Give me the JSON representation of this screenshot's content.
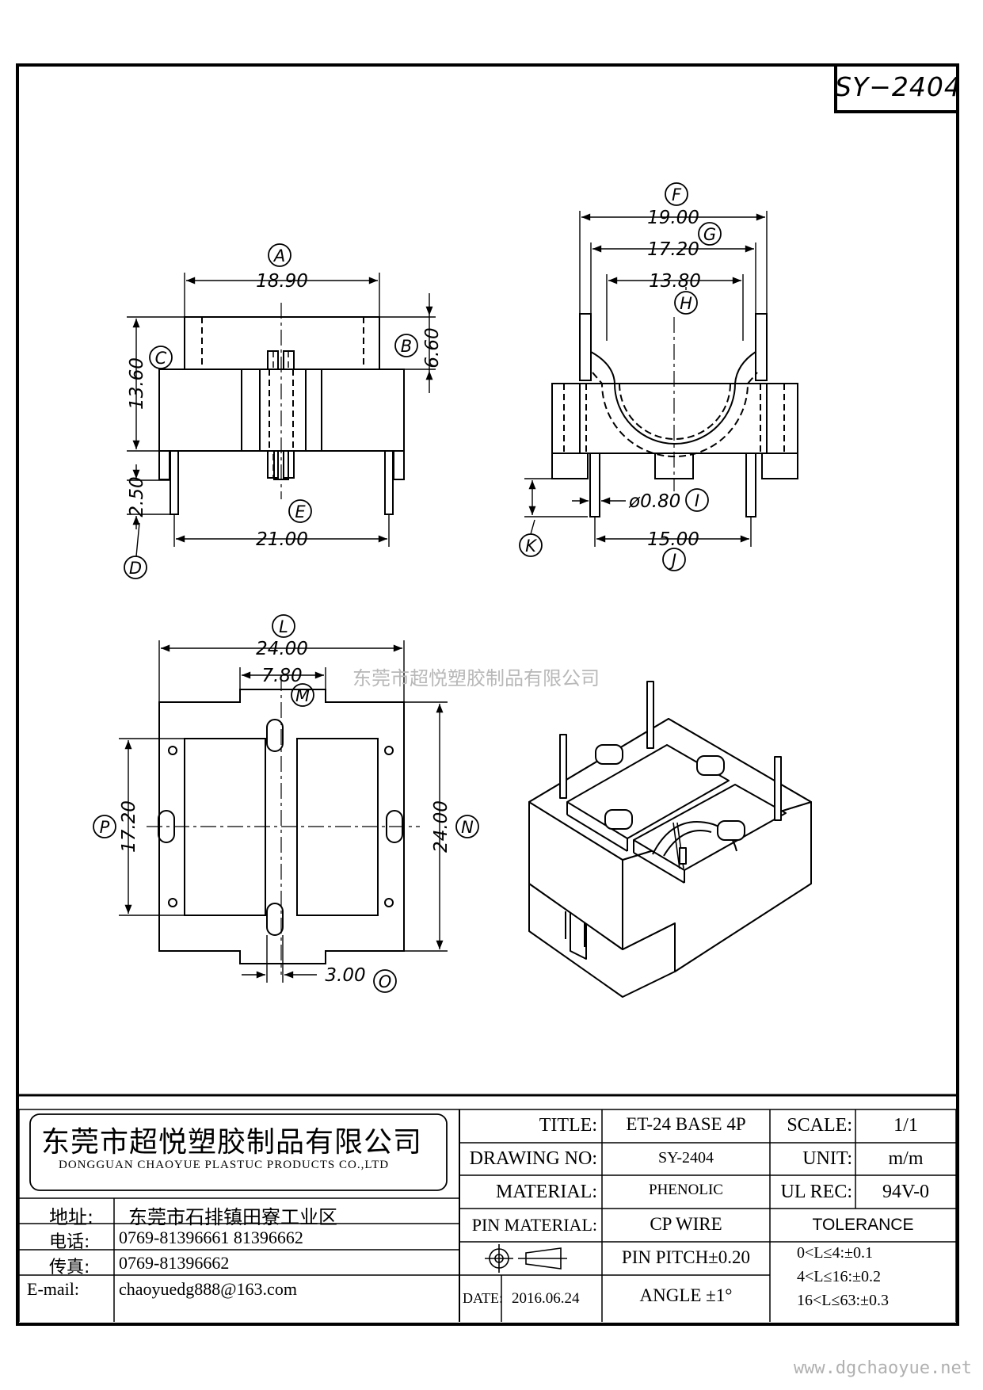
{
  "drawing_code": "SY−2404",
  "watermark": "东莞市超悦塑胶制品有限公司",
  "website": "www.dgchaoyue.net",
  "views": {
    "front": {
      "dims": {
        "a": "18.90",
        "b": "6.60",
        "c": "13.60",
        "d": "2.50",
        "e": "21.00"
      },
      "callouts": {
        "a": "A",
        "b": "B",
        "c": "C",
        "d": "D",
        "e": "E"
      }
    },
    "side": {
      "dims": {
        "f": "19.00",
        "g": "17.20",
        "h": "13.80",
        "i": "ø0.80",
        "j": "15.00"
      },
      "callouts": {
        "f": "F",
        "g": "G",
        "h": "H",
        "i": "I",
        "j": "J",
        "k": "K"
      }
    },
    "bottom": {
      "dims": {
        "l": "24.00",
        "m": "7.80",
        "n": "24.00",
        "p": "17.20",
        "o": "3.00"
      },
      "callouts": {
        "l": "L",
        "m": "M",
        "n": "N",
        "p": "P",
        "o": "O"
      }
    }
  },
  "title_block": {
    "company_cn": "东莞市超悦塑胶制品有限公司",
    "company_en": "DONGGUAN CHAOYUE PLASTUC PRODUCTS CO.,LTD",
    "address_label": "地址:",
    "address": "东莞市石排镇田寮工业区",
    "phone_label": "电话:",
    "phone": "0769-81396661   81396662",
    "fax_label": "传真:",
    "fax": "0769-81396662",
    "email_label": "E-mail:",
    "email": "chaoyuedg888@163.com",
    "title_label": "TITLE:",
    "title_value": "ET-24 BASE 4P",
    "drawing_no_label": "DRAWING NO:",
    "drawing_no": "SY-2404",
    "material_label": "MATERIAL:",
    "material": "PHENOLIC",
    "pin_material_label": "PIN MATERIAL:",
    "pin_material": "CP WIRE",
    "pin_pitch": "PIN PITCH±0.20",
    "angle": "ANGLE  ±1°",
    "date_label": "DATE:",
    "date": "2016.06.24",
    "scale_label": "SCALE:",
    "scale": "1/1",
    "unit_label": "UNIT:",
    "unit": "m/m",
    "ul_label": "UL REC:",
    "ul": "94V-0",
    "tolerance_label": "TOLERANCE",
    "tolerance": [
      "0<L≤4:±0.1",
      "4<L≤16:±0.2",
      "16<L≤63:±0.3"
    ]
  }
}
